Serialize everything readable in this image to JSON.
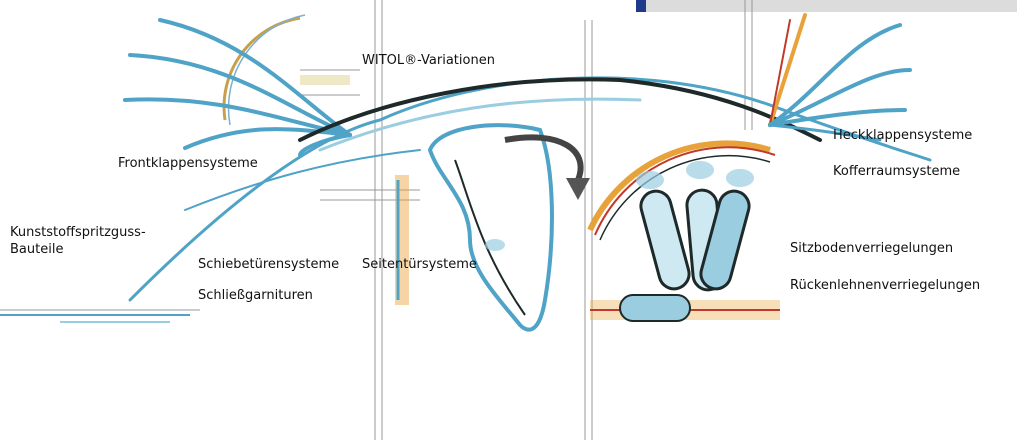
{
  "labels": {
    "witol": "WITOL®-Variationen",
    "front": "Frontklappensysteme",
    "kunststoff": "Kunststoffspritzguss-Bauteile",
    "schiebe": "Schiebetürensysteme",
    "seiten": "Seitentürsysteme",
    "schliess": "Schließgarnituren",
    "heck": "Heckklappensysteme",
    "koffer": "Kofferraumsysteme",
    "sitz": "Sitzbodenverriegelungen",
    "ruecken": "Rückenlehnenverriegelungen"
  },
  "colors": {
    "accent": "#1f3a8a",
    "panel": "#dcdcdc",
    "sketch_blue": "#4fa3c7",
    "sketch_dark": "#1e2a2a",
    "sketch_orange": "#e8a23a",
    "sketch_red": "#c0392b"
  }
}
